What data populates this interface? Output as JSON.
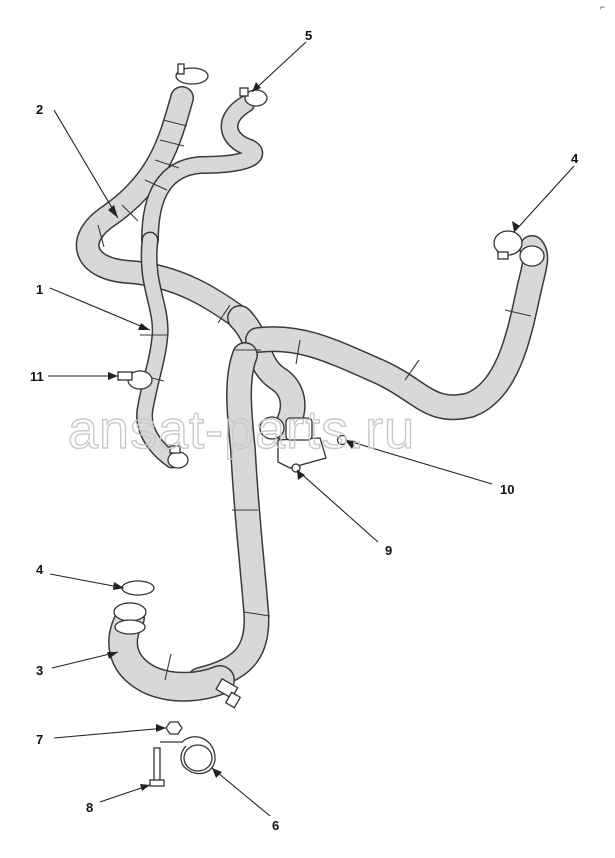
{
  "watermark": "ansat-parts.ru",
  "corner_mark": "⌐",
  "callouts": [
    {
      "id": "c1",
      "label": "1"
    },
    {
      "id": "c2",
      "label": "2"
    },
    {
      "id": "c3",
      "label": "3"
    },
    {
      "id": "c4a",
      "label": "4"
    },
    {
      "id": "c4b",
      "label": "4"
    },
    {
      "id": "c5",
      "label": "5"
    },
    {
      "id": "c6",
      "label": "6"
    },
    {
      "id": "c7",
      "label": "7"
    },
    {
      "id": "c8",
      "label": "8"
    },
    {
      "id": "c9",
      "label": "9"
    },
    {
      "id": "c10",
      "label": "10"
    },
    {
      "id": "c11",
      "label": "11"
    }
  ],
  "colors": {
    "line": "#3a3a3a",
    "fill": "#d8d8d8",
    "watermark": "#c9c9c9"
  }
}
